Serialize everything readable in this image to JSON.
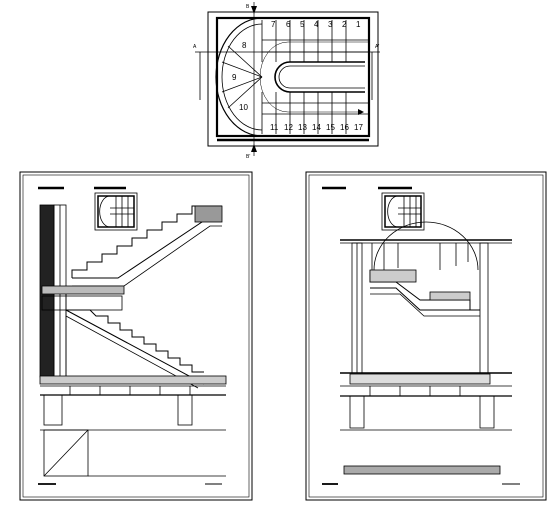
{
  "plan": {
    "section_marks": {
      "a": "A",
      "a_prime": "A'",
      "b": "B",
      "b_prime": "B'"
    },
    "step_numbers_top": [
      "7",
      "6",
      "5",
      "4",
      "3",
      "2",
      "1"
    ],
    "step_numbers_winder": [
      "8",
      "9",
      "10"
    ],
    "step_numbers_bottom": [
      "11",
      "12",
      "13",
      "14",
      "15",
      "16",
      "17"
    ]
  }
}
